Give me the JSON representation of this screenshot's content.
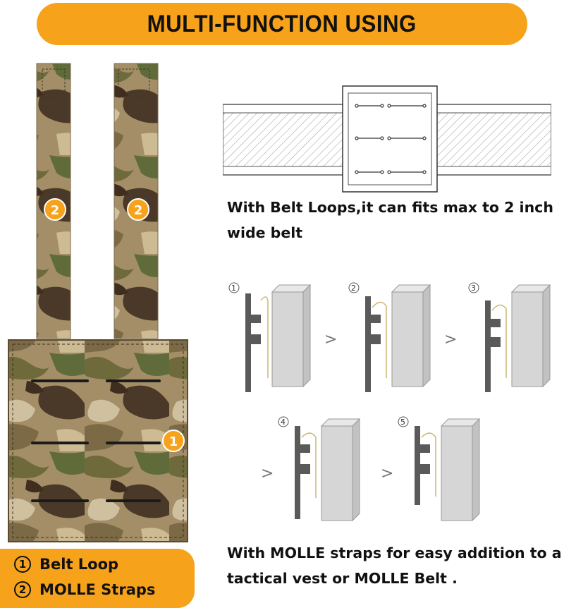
{
  "banner": {
    "title": "MULTI-FUNCTION USING"
  },
  "product": {
    "badges": [
      "2",
      "2",
      "1"
    ]
  },
  "belt": {
    "caption": "With Belt Loops,it can fits max to 2 inch wide belt"
  },
  "molle": {
    "caption": "With MOLLE straps for easy addition to a tactical vest or MOLLE Belt ."
  },
  "legend": {
    "items": [
      {
        "num": "1",
        "label": "Belt Loop"
      },
      {
        "num": "2",
        "label": "MOLLE Straps"
      }
    ]
  },
  "steps": {
    "labels": [
      "1",
      "2",
      "3",
      "4",
      "5"
    ]
  },
  "colors": {
    "accent": "#f7a21b",
    "badge": "#f7a21b",
    "diagram_gray": "#5a5a5a",
    "panel_gray": "#d6d6d6"
  }
}
